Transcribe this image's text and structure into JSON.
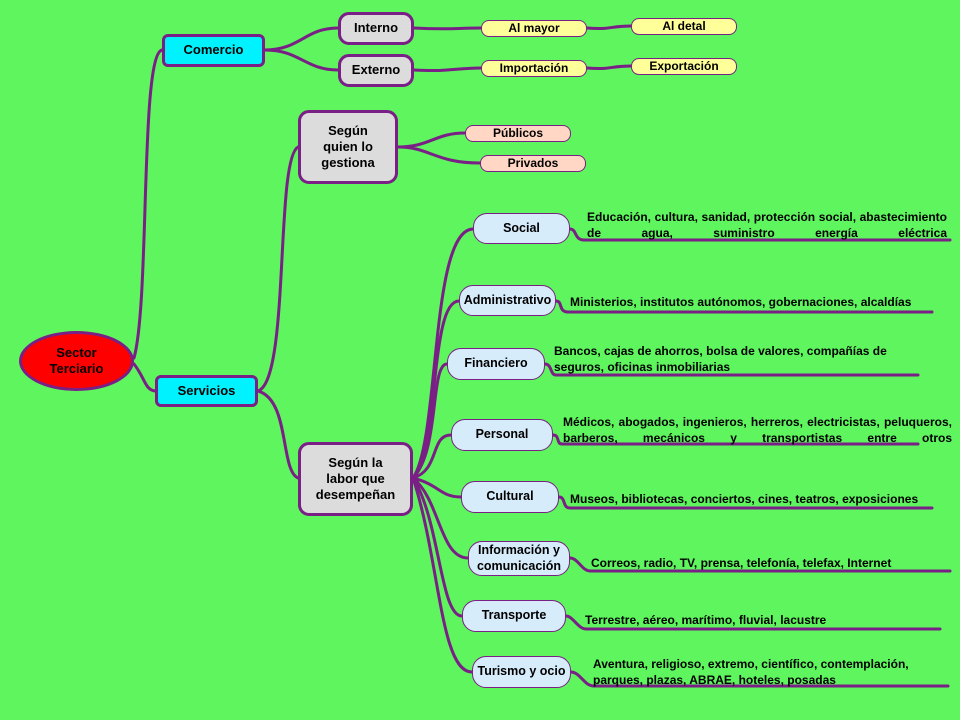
{
  "root": "Sector Terciario",
  "branches": {
    "comercio": "Comercio",
    "servicios": "Servicios"
  },
  "comercio": {
    "interno": "Interno",
    "externo": "Externo",
    "al_mayor": "Al mayor",
    "al_detal": "Al detal",
    "importacion": "Importación",
    "exportacion": "Exportación"
  },
  "servicios": {
    "segun_gestiona": "Según quien lo gestiona",
    "publicos": "Públicos",
    "privados": "Privados",
    "segun_labor": "Según la labor que desempeñan",
    "categories": [
      {
        "label": "Social",
        "description": "Educación, cultura, sanidad, protección social, abastecimiento de agua, suministro energía eléctrica"
      },
      {
        "label": "Administrativo",
        "description": "Ministerios, institutos autónomos, gobernaciones, alcaldías"
      },
      {
        "label": "Financiero",
        "description": "Bancos, cajas de ahorros, bolsa de valores, compañías de seguros, oficinas inmobiliarias"
      },
      {
        "label": "Personal",
        "description": "Médicos, abogados, ingenieros, herreros, electricistas, peluqueros, barberos, mecánicos y transportistas entre otros"
      },
      {
        "label": "Cultural",
        "description": "Museos, bibliotecas, conciertos, cines, teatros, exposiciones"
      },
      {
        "label": "Información y comunicación",
        "description": "Correos, radio, TV, prensa, telefonía, telefax, Internet"
      },
      {
        "label": "Transporte",
        "description": "Terrestre, aéreo, marítimo, fluvial, lacustre"
      },
      {
        "label": "Turismo y ocio",
        "description": "Aventura, religioso, extremo, científico, contemplación, parques, plazas, ABRAE, hoteles, posadas"
      }
    ]
  },
  "colors": {
    "background": "#5ef55e",
    "connector": "#7a1f86",
    "root": "#ff0000",
    "branch": "#00f2ff",
    "group": "#dcdcdc",
    "commerce_leaf": "#ffff99",
    "management_leaf": "#ffd7c4",
    "category": "#d6ecfb"
  }
}
